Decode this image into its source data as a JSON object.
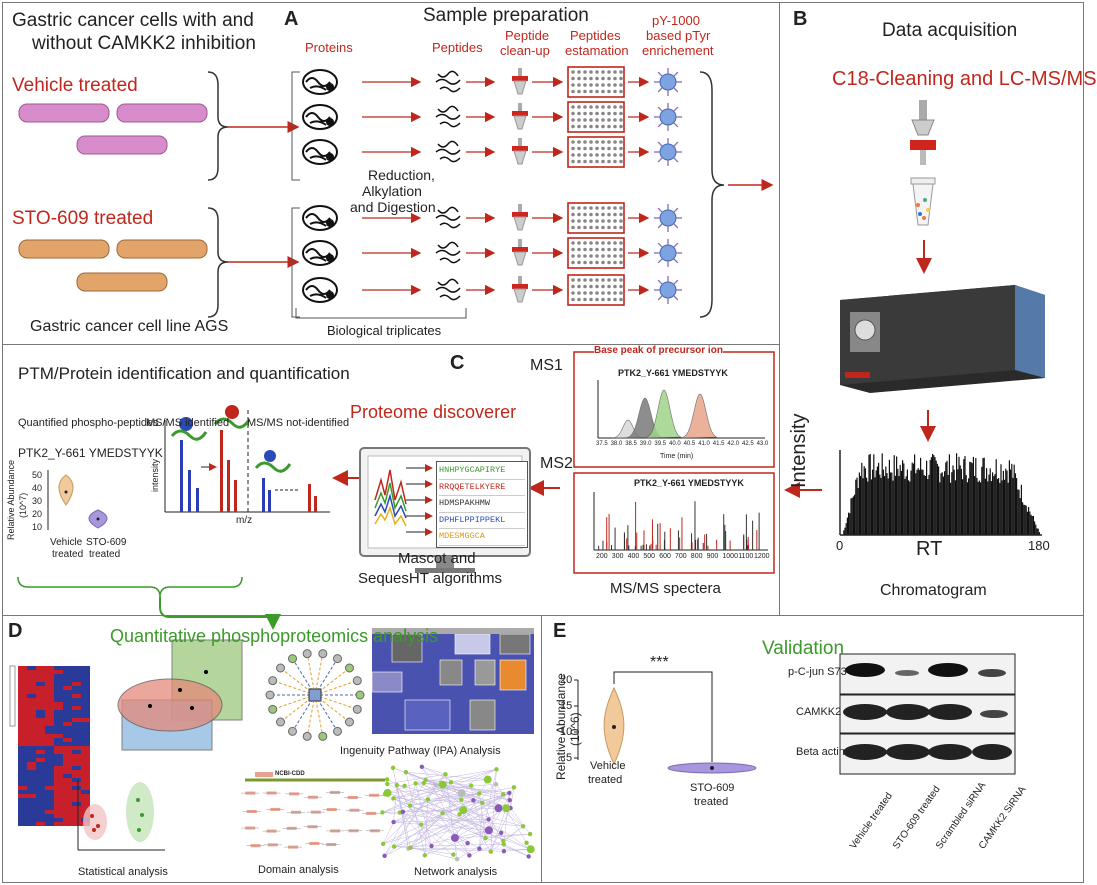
{
  "panel_a": {
    "letter": "A",
    "header_left": "Gastric cancer cells with and without CAMKK2 inhibition",
    "header_left_l1": "Gastric cancer cells with and",
    "header_left_l2": "without CAMKK2 inhibition",
    "title": "Sample preparation",
    "group1": "Vehicle treated",
    "group2": "STO-609 treated",
    "cell_line": "Gastric cancer cell line AGS",
    "steps": {
      "proteins": "Proteins",
      "peptides": "Peptides",
      "cleanup_l1": "Peptide",
      "cleanup_l2": "clean-up",
      "estimation_l1": "Peptides",
      "estimation_l2": "estamation",
      "enrich_l1": "pY-1000",
      "enrich_l2": "based pTyr",
      "enrich_l3": "enrichement"
    },
    "reduction_l1": "Reduction,",
    "reduction_l2": "Alkylation",
    "reduction_l3": "and Digestion",
    "triplicates": "Biological triplicates"
  },
  "panel_b": {
    "letter": "B",
    "title": "Data acquisition",
    "subtitle": "C18-Cleaning and LC-MS/MS",
    "y_label": "Intensity",
    "x_label": "RT",
    "x_min": "0",
    "x_max": "180",
    "caption": "Chromatogram"
  },
  "panel_c": {
    "letter": "C",
    "title": "PTM/Protein identification and quantification",
    "col1": "Quantified phospho-peptides",
    "col2": "MS/MS identified",
    "col3": "MS/MS not-identified",
    "peptide": "PTK2_Y-661  YMEDSTYYK",
    "violin_y_l1": "Relative Abundance",
    "violin_y_l2": "(10^7)",
    "violin_ticks": [
      "50",
      "40",
      "30",
      "20",
      "10"
    ],
    "vehicle_l1": "Vehicle",
    "vehicle_l2": "treated",
    "sto_l1": "STO-609",
    "sto_l2": "treated",
    "spec_y": "intensity",
    "spec_x": "m/z",
    "discoverer": "Proteome discoverer",
    "monitor_seqs": [
      "HNHPYGCAPIRYE",
      "RRQQETELKYERE",
      "HDMSPAKHMW",
      "DPHFLPPIPPEKL",
      "MDESMGGCA"
    ],
    "algorithms_l1": "Mascot and",
    "algorithms_l2": "SequesHT algorithms",
    "ms1": "MS1",
    "ms2": "MS2",
    "ms1_header": "Base peak of precursor ion",
    "ms1_peptide": "PTK2_Y-661  YMEDSTYYK",
    "ms1_ticks": [
      "37.5",
      "38.0",
      "38.5",
      "39.0",
      "39.5",
      "40.0",
      "40.5",
      "41.0",
      "41.5",
      "42.0",
      "42.5",
      "43.0"
    ],
    "ms1_xlabel": "Time (min)",
    "ms2_peptide": "PTK2_Y-661  YMEDSTYYK",
    "ms2_ticks": [
      "200",
      "300",
      "400",
      "500",
      "600",
      "700",
      "800",
      "900",
      "1000",
      "1100",
      "1200"
    ],
    "ms2_caption": "MS/MS spectera"
  },
  "panel_d": {
    "letter": "D",
    "title": "Quantitative phosphoproteomics analysis",
    "ipa": "Ingenuity Pathway (IPA) Analysis",
    "stat": "Statistical analysis",
    "domain": "Domain analysis",
    "network": "Network analysis",
    "ncbi": "NCBI-CDD"
  },
  "panel_e": {
    "letter": "E",
    "title": "Validation",
    "y_l1": "Relative Abundance",
    "y_l2": "(10^6)",
    "ticks": [
      "20",
      "15",
      "10",
      "5"
    ],
    "sig": "***",
    "vehicle_l1": "Vehicle",
    "vehicle_l2": "treated",
    "sto_l1": "STO-609",
    "sto_l2": "treated",
    "blot_rows": [
      "p-C-jun S73",
      "CAMKK2",
      "Beta actin"
    ],
    "lanes": [
      "Vehicle treated",
      "STO-609 treated",
      "Scrambled siRNA",
      "CAMKK2 SiRNA"
    ]
  },
  "colors": {
    "red": "#c0271c",
    "green": "#3a9a2a",
    "pink_dish": "#d98ccb",
    "orange_dish": "#e3a46a",
    "violin_orange": "#f2c99a",
    "violin_purple": "#a897dc"
  }
}
